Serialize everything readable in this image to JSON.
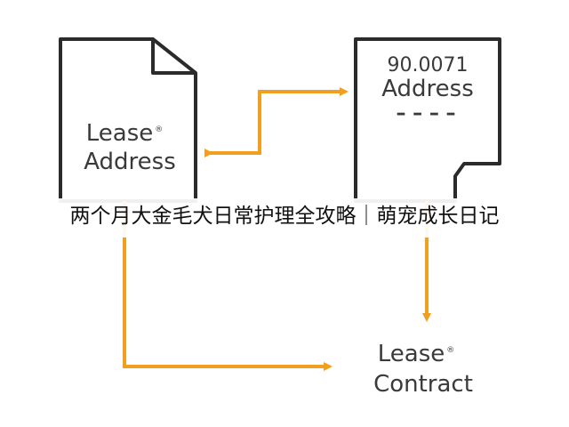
{
  "colors": {
    "arrow": "#f0a020",
    "outline": "#2b2b2b",
    "text": "#3a3a3a"
  },
  "documents": {
    "left": {
      "line1": "Lease",
      "line2": "Address",
      "mark": "®"
    },
    "right": {
      "line1": "90.0071",
      "line2": "Address",
      "line3": "– – – –"
    }
  },
  "target": {
    "line1": "Lease",
    "mark": "®",
    "line2": "Contract"
  },
  "caption": "两个月大金毛犬日常护理全攻略｜萌宠成长日记"
}
